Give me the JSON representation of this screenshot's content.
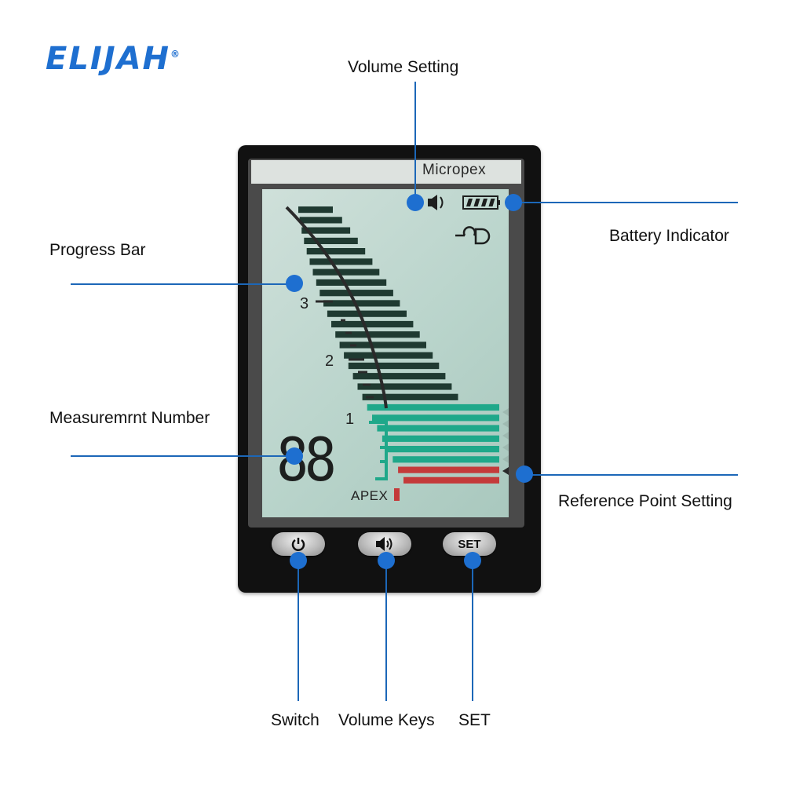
{
  "brand": {
    "logo_text": "ELIJAH",
    "registered_mark": "®"
  },
  "device": {
    "model_name": "Micropex",
    "scale_labels": [
      "3",
      "2",
      "1"
    ],
    "apex_label": "APEX",
    "measurement_display": "88",
    "buttons": {
      "set_label": "SET"
    },
    "battery_level": 1.0
  },
  "callouts": {
    "volume_setting": "Volume Setting",
    "battery_indicator": "Battery Indicator",
    "progress_bar": "Progress Bar",
    "measurement_number": "Measuremrnt Number",
    "reference_point_setting": "Reference Point Setting",
    "switch": "Switch",
    "volume_keys": "Volume Keys",
    "set": "SET"
  },
  "colors": {
    "accent": "#1e6fd0",
    "lcd_bar_dark": "#1f3a31",
    "lcd_bar_green": "#1fa88a",
    "lcd_bar_red": "#c43a3a"
  },
  "icons": [
    "volume-icon",
    "battery-icon",
    "file-reference-icon",
    "power-icon",
    "speaker-icon"
  ]
}
